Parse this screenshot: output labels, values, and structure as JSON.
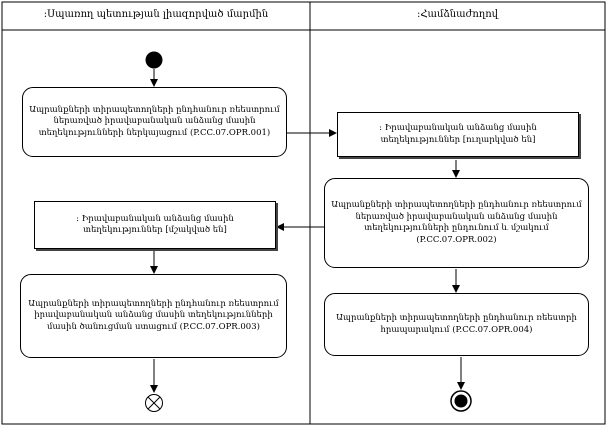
{
  "lanes": [
    {
      "title": ":Սպառող պետության լիազորված մարմին"
    },
    {
      "title": ":Համձնաժողով"
    }
  ],
  "activities": {
    "a1": {
      "text": "Ապրանքների տիրապետողների ընդհանուր ռեեստրում ներառված  իրավաբանական անձանց մասին տեղեկությունների ներկայացում (P.CC.07.OPR.001)"
    },
    "a2": {
      "text": "Ապրանքների տիրապետողների ընդհանուր ռեեստրում ներառված  իրավաբանական անձանց մասին տեղեկությունների ընդունում և մշակում (P.CC.07.OPR.002)"
    },
    "a3": {
      "text": "Ապրանքների տիրապետողների ընդհանուր ռեեստրում իրավաբանական անձանց մասին տեղեկությունների մասին ծանուցման ստացում (P.CC.07.OPR.003)"
    },
    "a4": {
      "text": "Ապրանքների տիրապետողների ընդհանուր ռեեստրի հրապարակում (P.CC.07.OPR.004)"
    }
  },
  "objects": {
    "o1": {
      "text": ": Իրավաբանական անձանց մասին տեղեկություններ [ուղարկված են]"
    },
    "o2": {
      "text": ": Իրավաբանական անձանց մասին տեղեկություններ [մշակված են]"
    }
  },
  "nodes": {
    "initial": "initial-node",
    "final_flow": "flow-final-node",
    "final_activity": "activity-final-node"
  }
}
